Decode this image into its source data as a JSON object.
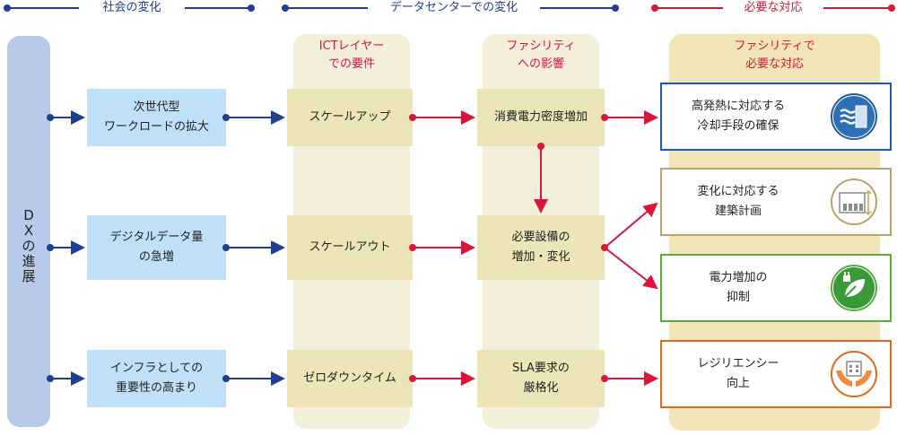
{
  "headers": {
    "society": "社会の変化",
    "datacenter": "データセンターでの変化",
    "response": "必要な対応"
  },
  "dx_bar": {
    "chars": [
      "D",
      "X",
      "の",
      "進",
      "展"
    ]
  },
  "columns": {
    "ict": "ICTレイヤー\nでの要件",
    "facility": "ファシリティ\nへの影響",
    "needed": "ファシリティで\n必要な対応"
  },
  "society_boxes": [
    "次世代型\nワークロードの拡大",
    "デジタルデータ量\nの急増",
    "インフラとしての\n重要性の高まり"
  ],
  "ict_boxes": [
    "スケールアップ",
    "スケールアウト",
    "ゼロダウンタイム"
  ],
  "facility_boxes": [
    "消費電力密度増加",
    "必要設備の\n増加・変化",
    "SLA要求の\n厳格化"
  ],
  "response_boxes": [
    {
      "label": "高発熱に対応する\n冷却手段の確保",
      "icon": "cooling-icon",
      "color": "#1e5aa8"
    },
    {
      "label": "変化に対応する\n建築計画",
      "icon": "building-icon",
      "color": "#b8a36a"
    },
    {
      "label": "電力増加の\n抑制",
      "icon": "eco-plug-icon",
      "color": "#5aab3c"
    },
    {
      "label": "レジリエンシー\n向上",
      "icon": "hands-building-icon",
      "color": "#e06a1a"
    }
  ],
  "colors": {
    "blue": "#1f3f8f",
    "red": "#d9163a",
    "light_blue": "#bfe0f6",
    "tan": "#ece5b8",
    "column_bg": "#f4efda",
    "needed_bg": "#f1e5b8"
  }
}
